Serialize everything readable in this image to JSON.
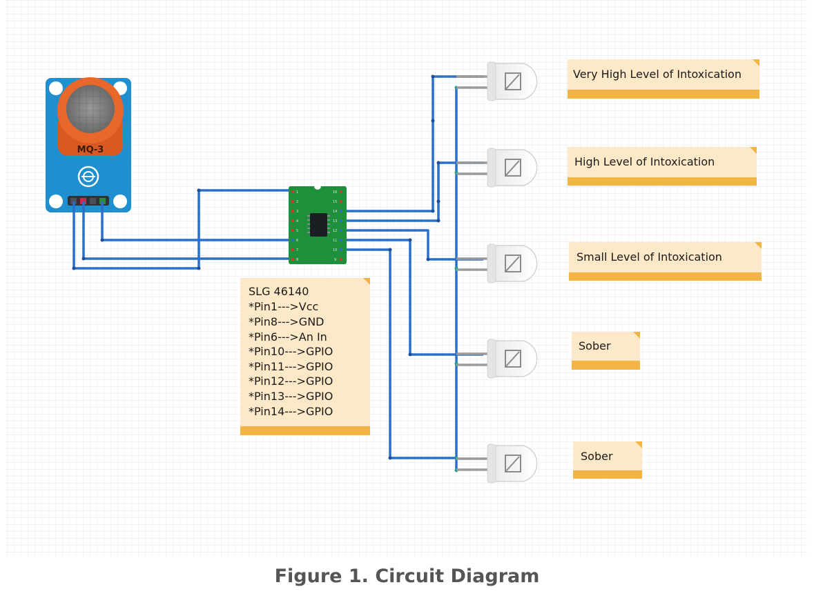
{
  "caption": "Figure 1. Circuit Diagram",
  "sensor": {
    "label": "MQ-3"
  },
  "chip": {
    "pins_left": [
      "1",
      "2",
      "3",
      "4",
      "5",
      "6",
      "7",
      "8"
    ],
    "pins_right": [
      "16",
      "15",
      "14",
      "13",
      "12",
      "11",
      "10",
      "9"
    ]
  },
  "pin_note": {
    "lines": [
      "SLG 46140",
      "*Pin1--->Vcc",
      "*Pin8--->GND",
      "*Pin6--->An In",
      "*Pin10--->GPIO",
      "*Pin11--->GPIO",
      "*Pin12--->GPIO",
      "*Pin13--->GPIO",
      "*Pin14--->GPIO"
    ]
  },
  "led_notes": [
    "Very High Level of Intoxication",
    "High Level of Intoxication",
    "Small Level of Intoxication",
    "Sober",
    "Sober"
  ],
  "colors": {
    "wire": "#2a6fc9",
    "board": "#1f8fd0",
    "sensor_cap": "#e8672a",
    "chip_body": "#1e8f3a",
    "note_fill": "#fde8c8",
    "note_bar": "#f2b544",
    "grid": "#e3e8ee"
  }
}
